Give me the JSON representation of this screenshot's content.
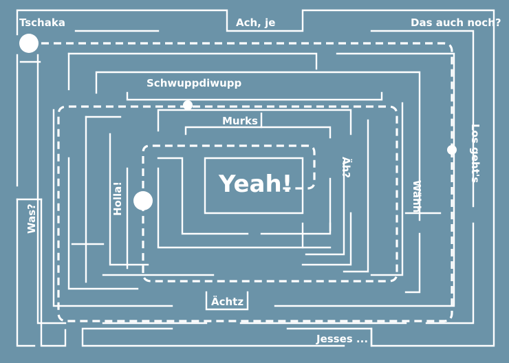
{
  "colors": {
    "background": "#6b93a8",
    "lines": "#ffffff"
  },
  "labels": {
    "tschaka": "Tschaka",
    "ach_je": "Ach, je",
    "das_auch_noch": "Das auch noch?",
    "schwuppdiwupp": "Schwuppdiwupp",
    "murks": "Murks",
    "yeah": "Yeah!",
    "aeh": "Äh?",
    "holla": "Holla!",
    "waehh": "Wähh",
    "los_gehts": "Los geht's",
    "was": "Was?",
    "aechtz": "Ächtz",
    "jesses": "Jesses ..."
  }
}
